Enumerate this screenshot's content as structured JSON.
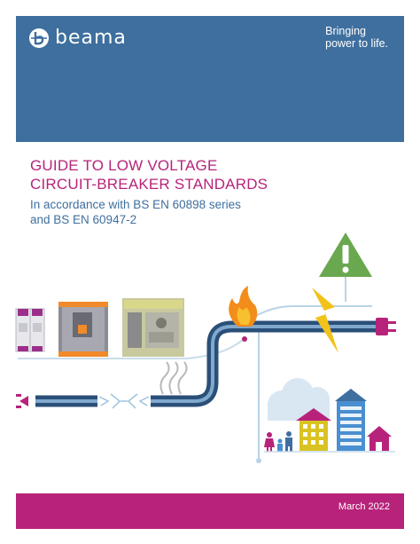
{
  "header": {
    "logo_text": "beama",
    "tagline_line1": "Bringing",
    "tagline_line2": "power to life."
  },
  "document": {
    "title_line1": "GUIDE TO LOW VOLTAGE",
    "title_line2": "CIRCUIT-BREAKER STANDARDS",
    "subtitle_line1": "In accordance with BS EN 60898 series",
    "subtitle_line2": "and BS EN 60947-2"
  },
  "footer": {
    "date": "March 2022"
  },
  "colors": {
    "brand_blue": "#3e6f9e",
    "brand_magenta": "#b7237a",
    "warning_green": "#6aa84f",
    "bolt_yellow": "#f2c21b"
  },
  "icons": [
    "warning-icon",
    "lightning-icon",
    "fire-icon",
    "plug-icon",
    "house-icon",
    "family-icon",
    "cloud-icon",
    "smoke-icon",
    "spark-icon"
  ]
}
